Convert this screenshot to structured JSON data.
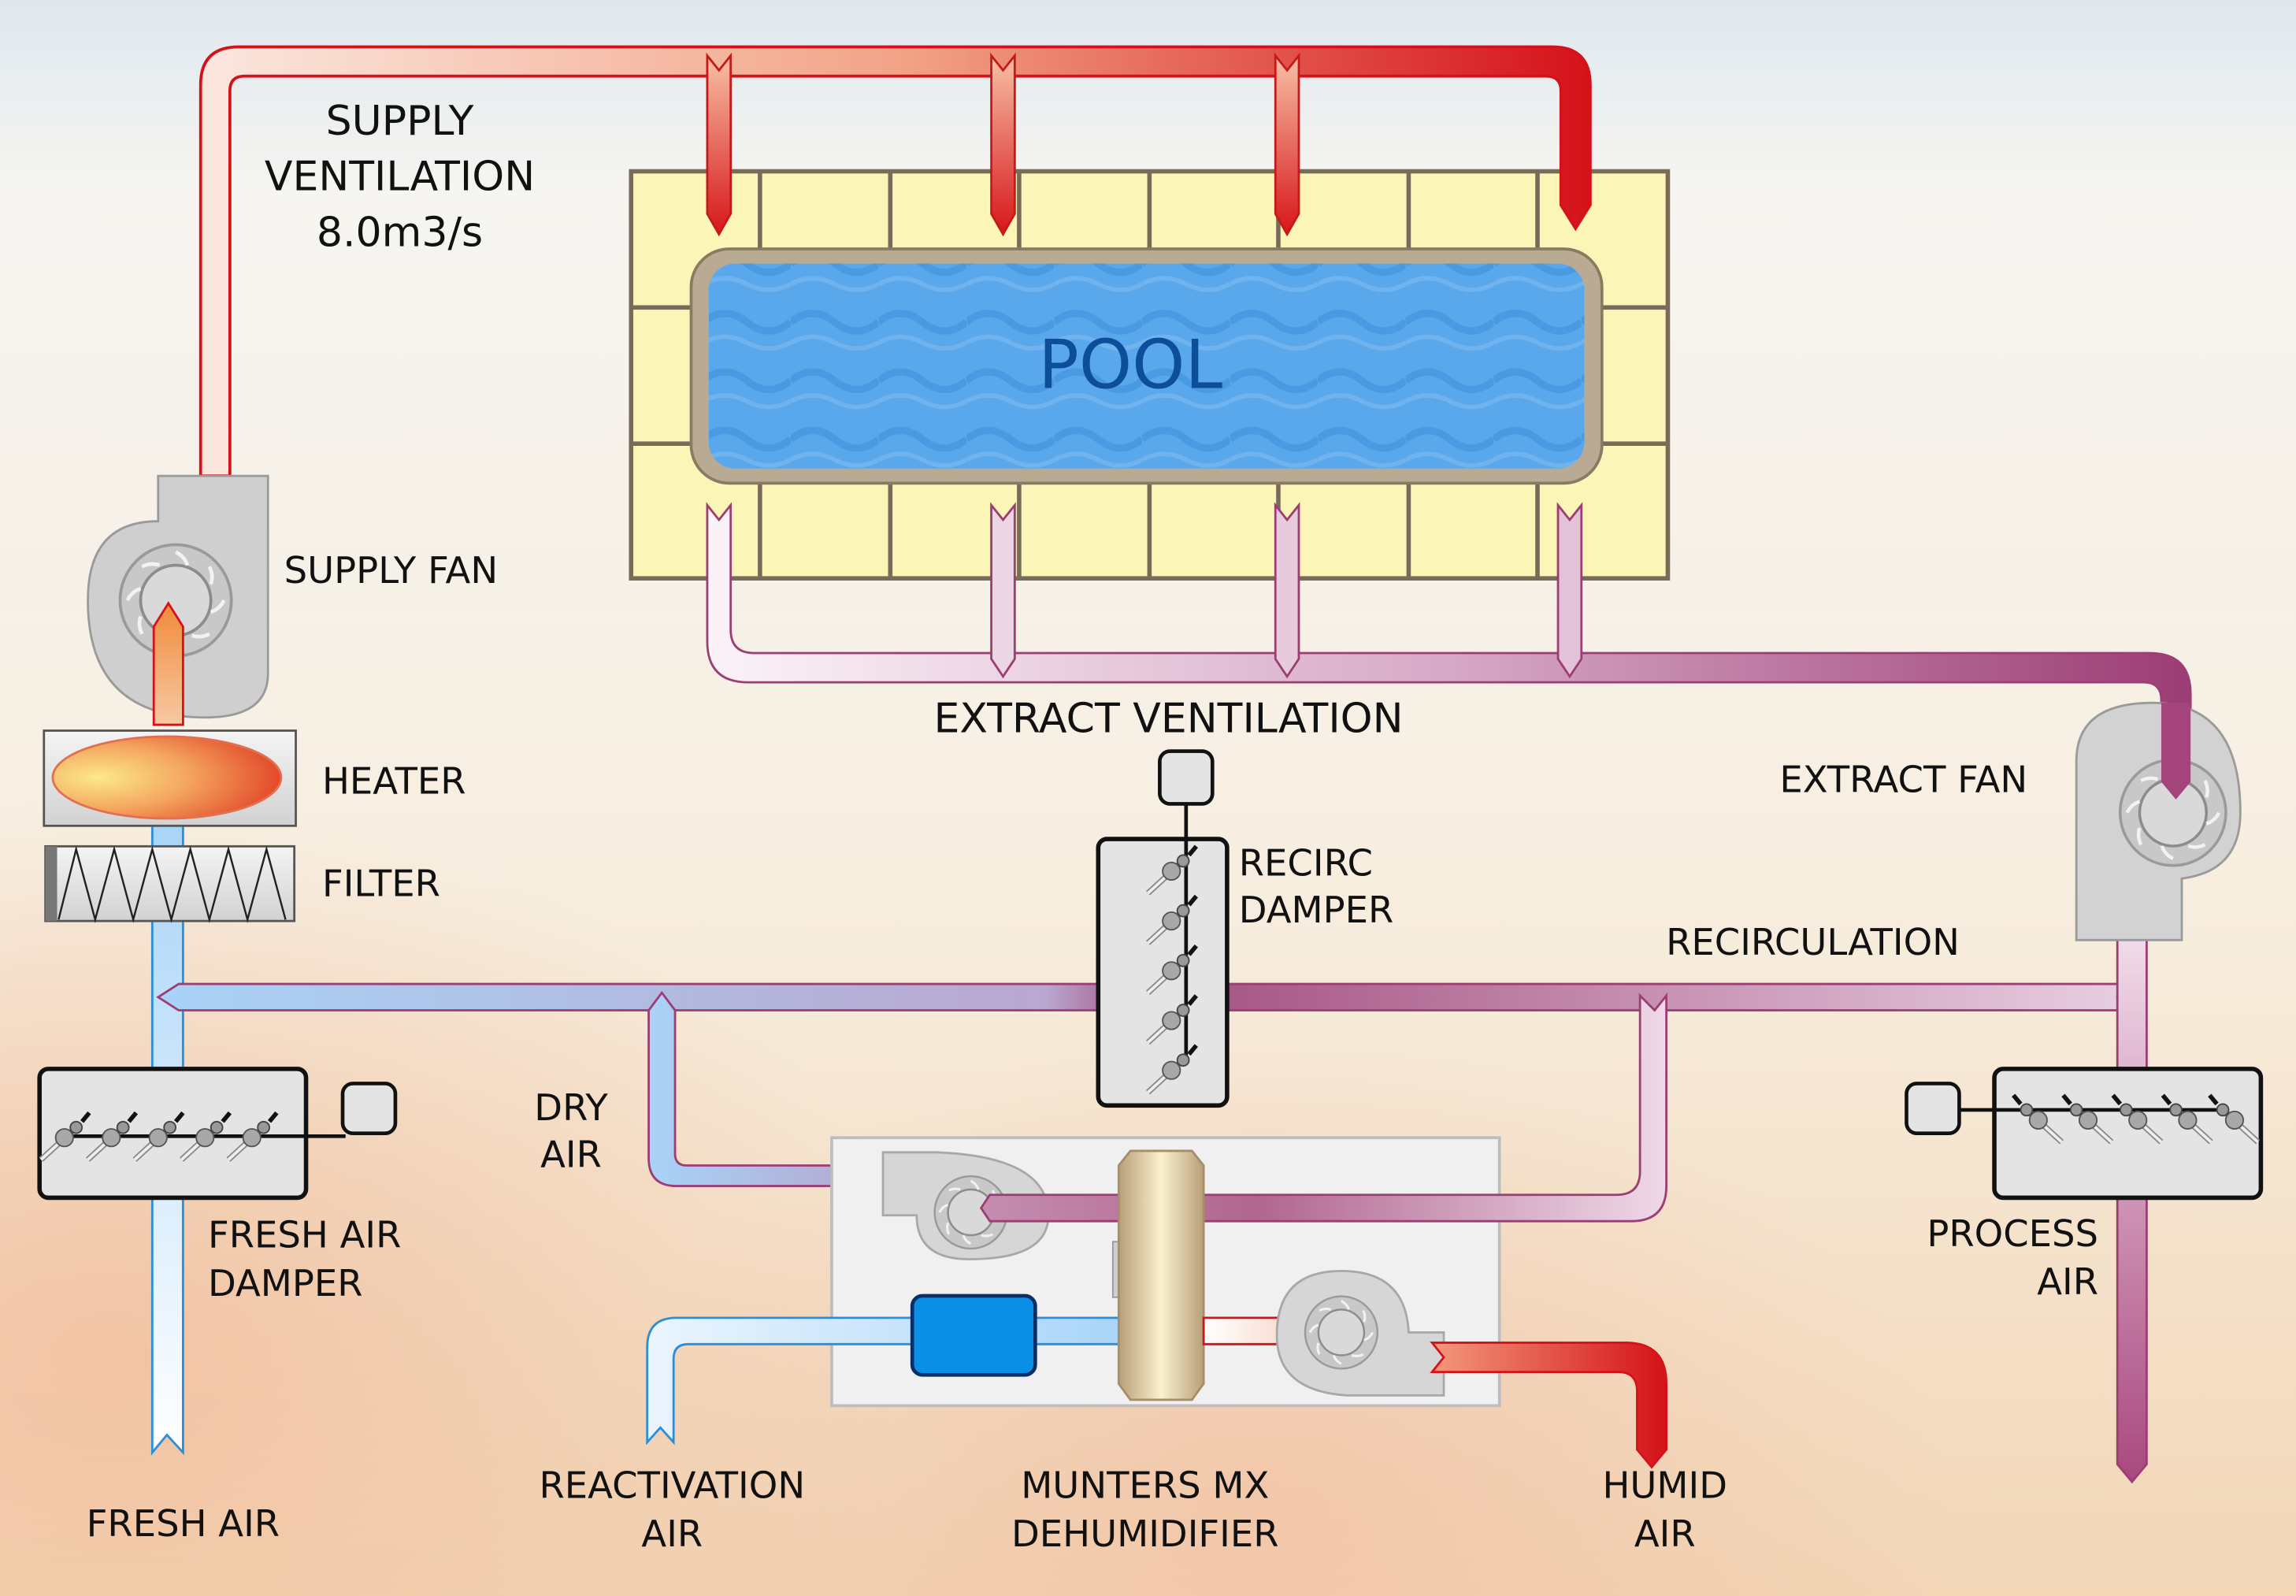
{
  "diagram": {
    "title": "Swimming Pool Ventilation with Munters MX Dehumidifier",
    "colors": {
      "supply_hot": "#d7161a",
      "supply_warm": "#f09a78",
      "extract": "#a3457a",
      "extract_light": "#e9d2e2",
      "fresh_air": "#a8d4f8",
      "fresh_air_edge": "#2a8fd8",
      "pool_water": "#4a9ee6",
      "pool_label": "#0d4e9a",
      "tile": "#fbf6b8",
      "tile_grout": "#7a6a58",
      "rotor": "#d9c08e",
      "reactivation_heater": "#0a8fe6"
    },
    "labels": {
      "supply_ventilation": [
        "SUPPLY",
        "VENTILATION",
        "8.0m3/s"
      ],
      "pool": "POOL",
      "supply_fan": "SUPPLY FAN",
      "heater": "HEATER",
      "filter": "FILTER",
      "extract_ventilation": "EXTRACT VENTILATION",
      "extract_fan": "EXTRACT FAN",
      "recirc_damper": [
        "RECIRC",
        "DAMPER"
      ],
      "recirculation": "RECIRCULATION",
      "dry_air": [
        "DRY",
        "AIR"
      ],
      "fresh_air_damper": [
        "FRESH AIR",
        "DAMPER"
      ],
      "process_air": [
        "PROCESS",
        "AIR"
      ],
      "fresh_air": "FRESH AIR",
      "reactivation_air": [
        "REACTIVATION",
        "AIR"
      ],
      "dehumidifier": [
        "MUNTERS MX",
        "DEHUMIDIFIER"
      ],
      "humid_air": [
        "HUMID",
        "AIR"
      ]
    },
    "flows": {
      "supply_rate": "8.0m3/s"
    }
  }
}
